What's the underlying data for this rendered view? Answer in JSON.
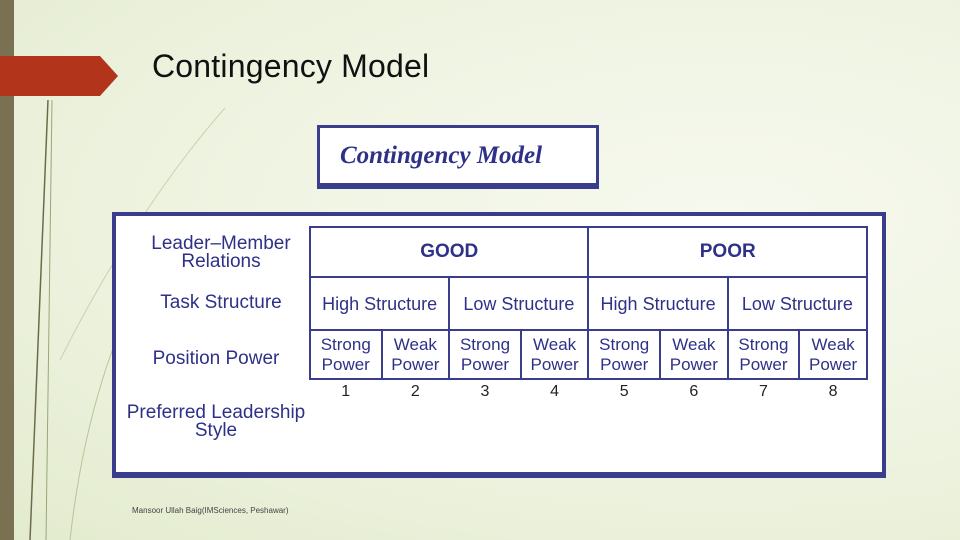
{
  "slide": {
    "title": "Contingency Model",
    "footer": "Mansoor Ullah Baig(IMSciences, Peshawar)"
  },
  "figure": {
    "header": "Contingency Model",
    "row_labels": {
      "leader_member": "Leader–Member Relations",
      "task_structure": "Task Structure",
      "position_power": "Position Power",
      "preferred_style": "Preferred Leadership Style"
    },
    "relations": [
      "GOOD",
      "POOR"
    ],
    "structures": [
      "High Structure",
      "Low Structure",
      "High Structure",
      "Low Structure"
    ],
    "powers": [
      "Strong Power",
      "Weak Power",
      "Strong Power",
      "Weak Power",
      "Strong Power",
      "Weak Power",
      "Strong Power",
      "Weak Power"
    ],
    "situations": [
      "1",
      "2",
      "3",
      "4",
      "5",
      "6",
      "7",
      "8"
    ]
  },
  "colors": {
    "accent_red": "#b2341a",
    "figure_blue": "#2e3187",
    "left_bar": "#7a7052"
  }
}
